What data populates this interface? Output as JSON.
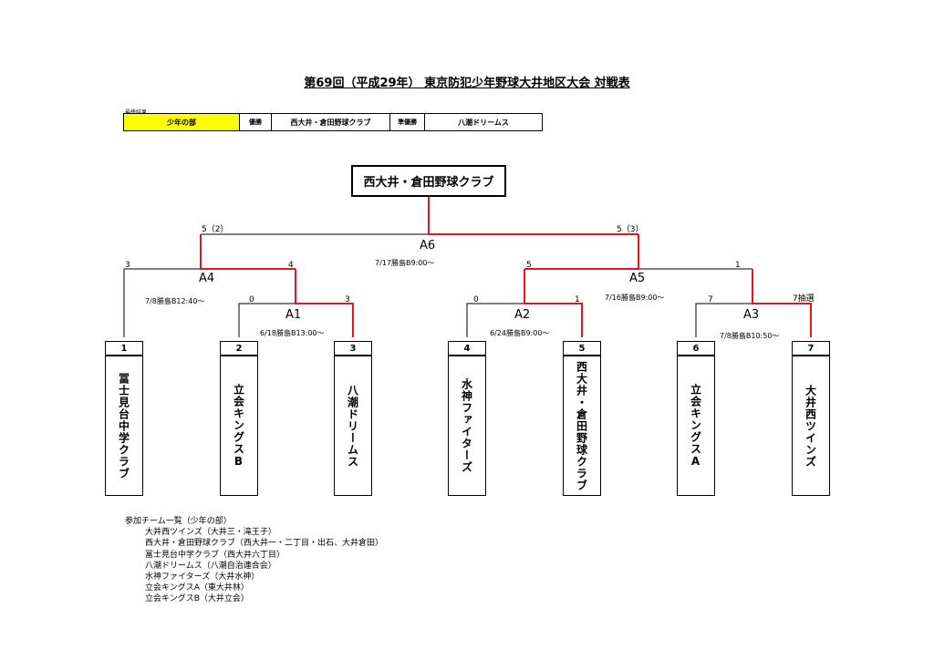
{
  "title": "第69回（平成29年） 東京防犯少年野球大井地区大会 対戦表",
  "result": {
    "caption": "最終結果",
    "division": "少年の部",
    "winner_label": "優勝",
    "winner": "西大井・倉田野球クラブ",
    "runnerup_label": "準優勝",
    "runnerup": "八潮ドリームス"
  },
  "champion": "西大井・倉田野球クラブ",
  "matches": {
    "A1": {
      "label": "A1",
      "schedule": "6/18勝島B13:00～",
      "score_left": "0",
      "score_right": "3"
    },
    "A2": {
      "label": "A2",
      "schedule": "6/24勝島B9:00～",
      "score_left": "0",
      "score_right": "1"
    },
    "A3": {
      "label": "A3",
      "schedule": "7/8勝島B10:50～",
      "score_left": "7",
      "score_right": "7抽選"
    },
    "A4": {
      "label": "A4",
      "schedule": "7/8勝島B12:40～",
      "score_left": "3",
      "score_right": "4"
    },
    "A5": {
      "label": "A5",
      "schedule": "7/16勝島B9:00～",
      "score_left": "5",
      "score_right": "1"
    },
    "A6": {
      "label": "A6",
      "schedule": "7/17勝島B9:00～",
      "score_left": "5（2）",
      "score_right": "5（3）"
    }
  },
  "teams": [
    {
      "num": "1",
      "name": "冨士見台中学クラブ"
    },
    {
      "num": "2",
      "name": "立会キングスB"
    },
    {
      "num": "3",
      "name": "八潮ドリームス"
    },
    {
      "num": "4",
      "name": "水神ファイターズ"
    },
    {
      "num": "5",
      "name": "西大井・倉田野球クラブ"
    },
    {
      "num": "6",
      "name": "立会キングスA"
    },
    {
      "num": "7",
      "name": "大井西ツインズ"
    }
  ],
  "participants": {
    "heading": "参加チーム一覧（少年の部）",
    "items": [
      "大井西ツインズ（大井三・滝王子）",
      "西大井・倉田野球クラブ（西大井一・二丁目・出石、大井倉田）",
      "冨士見台中学クラブ（西大井六丁目）",
      "八潮ドリームス（八潮自治連合会）",
      "水神ファイターズ（大井水神）",
      "立会キングスA（東大井林）",
      "立会キングスB（大井立会）"
    ]
  },
  "colors": {
    "winner_line": "#e8141b",
    "line": "#000000",
    "highlight": "#ffff00"
  }
}
